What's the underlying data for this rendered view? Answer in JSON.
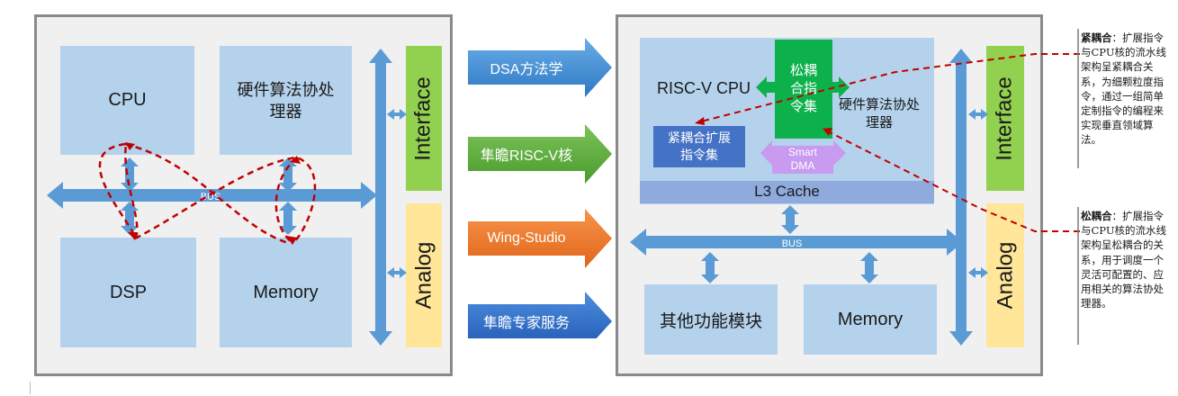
{
  "left_diagram": {
    "cpu": "CPU",
    "hw_accel": "硬件算法协处理器",
    "dsp": "DSP",
    "memory": "Memory",
    "bus": "BUS",
    "interface": "Interface",
    "analog": "Analog"
  },
  "middle_arrows": [
    {
      "label": "DSA方法学",
      "color": "#3f8fd4"
    },
    {
      "label": "隼瞻RISC-V核",
      "color": "#5cac3c"
    },
    {
      "label": "Wing-Studio",
      "color": "#ee7a2a"
    },
    {
      "label": "隼瞻专家服务",
      "color": "#2f6fc6"
    }
  ],
  "right_diagram": {
    "riscv_cpu": "RISC-V CPU",
    "loose_isa": "松耦合指令集",
    "hw_accel": "硬件算法协处理器",
    "tight_ext": "紧耦合扩展指令集",
    "smart_dma": "Smart DMA",
    "l3_cache": "L3 Cache",
    "bus": "BUS",
    "other_modules": "其他功能模块",
    "memory": "Memory",
    "interface": "Interface",
    "analog": "Analog"
  },
  "notes": {
    "tight_title": "紧耦合",
    "tight_body": "：扩展指令与CPU核的流水线架构呈紧耦合关系，为细颗粒度指令，通过一组简单定制指令的编程来实现垂直领域算法。",
    "loose_title": "松耦合",
    "loose_body": "：扩展指令与CPU核的流水线架构呈松耦合的关系，用于调度一个灵活可配置的、应用相关的算法协处理器。"
  },
  "colors": {
    "light_block": "#b4d2ec",
    "bus_blue": "#5b9bd5",
    "interface_green": "#92d050",
    "analog_yellow": "#ffe699",
    "dashed_red": "#c00000",
    "loose_green": "#0db14b",
    "dma_violet": "#c89af0",
    "tight_blue": "#4472c4",
    "l3_blue": "#8faadc"
  }
}
